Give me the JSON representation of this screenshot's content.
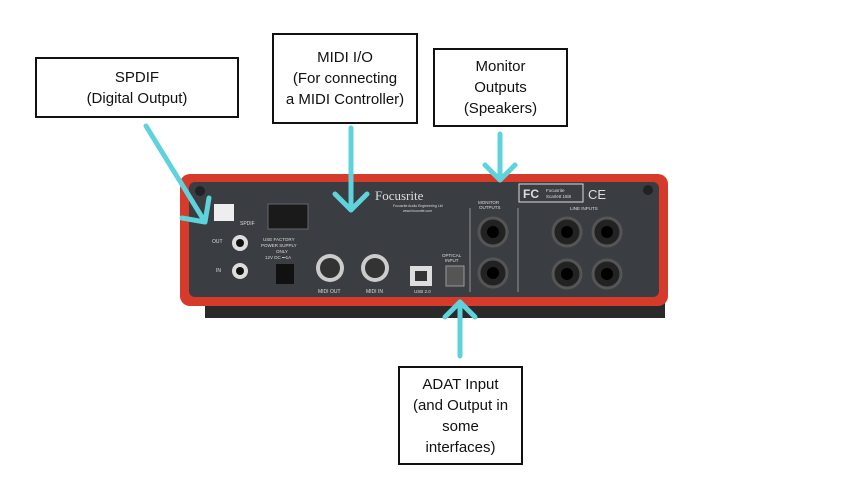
{
  "callouts": {
    "spdif": [
      "SPDIF",
      "(Digital Output)"
    ],
    "midi": [
      "MIDI I/O",
      "(For connecting",
      "a MIDI Controller)"
    ],
    "monitor": [
      "Monitor",
      "Outputs",
      "(Speakers)"
    ],
    "adat": [
      "ADAT Input",
      "(and Output in",
      "some",
      "interfaces)"
    ]
  },
  "device": {
    "brand": "Focusrite",
    "brand_sub": "Focusrite Audio Engineering Ltd",
    "brand_url": "www.focusrite.com",
    "spdif_label": "SPDIF",
    "out_label": "OUT",
    "in_label": "IN",
    "power_label": [
      "USE FACTORY",
      "POWER SUPPLY",
      "ONLY",
      "12V DC ⎓1A"
    ],
    "midi_out": "MIDI OUT",
    "midi_in": "MIDI IN",
    "usb_label": "USB 2.0",
    "optical_label": [
      "OPTICAL",
      "INPUT"
    ],
    "monitor_label": [
      "MONITOR",
      "OUTPUTS"
    ],
    "line_inputs": "LINE INPUTS",
    "model": [
      "Focusrite",
      "Scarlett 18i8"
    ],
    "fc": "FC",
    "ce": "CE"
  },
  "colors": {
    "arrow": "#5fd3dc",
    "chassis": "#d63a2a",
    "panel": "#3a3d42"
  }
}
